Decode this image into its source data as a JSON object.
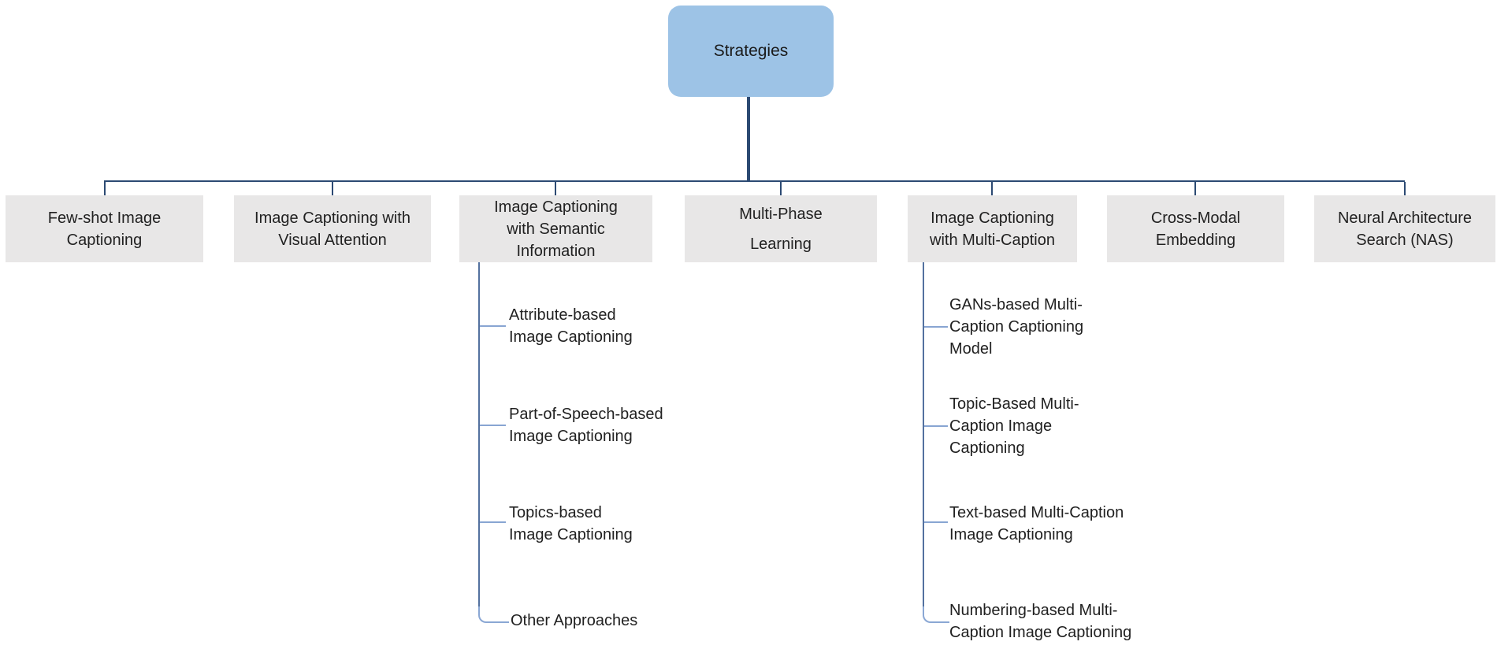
{
  "root": {
    "label": "Strategies"
  },
  "colors": {
    "root_fill": "#9DC3E6",
    "branch_fill": "#E8E7E7",
    "connector_dark": "#2C4A73",
    "connector_light": "#88A5D2",
    "text": "#212121"
  },
  "branches": [
    {
      "label": "Few-shot Image\nCaptioning",
      "children": []
    },
    {
      "label": "Image Captioning with\nVisual Attention",
      "children": []
    },
    {
      "label": "Image Captioning\nwith Semantic\nInformation",
      "children": [
        {
          "label": "Attribute-based\nImage Captioning"
        },
        {
          "label": "Part-of-Speech-based\nImage Captioning"
        },
        {
          "label": "Topics-based\nImage Captioning"
        },
        {
          "label": "Other Approaches"
        }
      ]
    },
    {
      "label": "Multi-Phase\nLearning",
      "children": []
    },
    {
      "label": "Image Captioning\nwith Multi-Caption",
      "children": [
        {
          "label": "GANs-based Multi-\nCaption Captioning\nModel"
        },
        {
          "label": "Topic-Based Multi-\nCaption Image\nCaptioning"
        },
        {
          "label": "Text-based Multi-Caption\nImage Captioning"
        },
        {
          "label": "Numbering-based Multi-\nCaption Image Captioning"
        }
      ]
    },
    {
      "label": "Cross-Modal\nEmbedding",
      "children": []
    },
    {
      "label": "Neural Architecture\nSearch (NAS)",
      "children": []
    }
  ]
}
